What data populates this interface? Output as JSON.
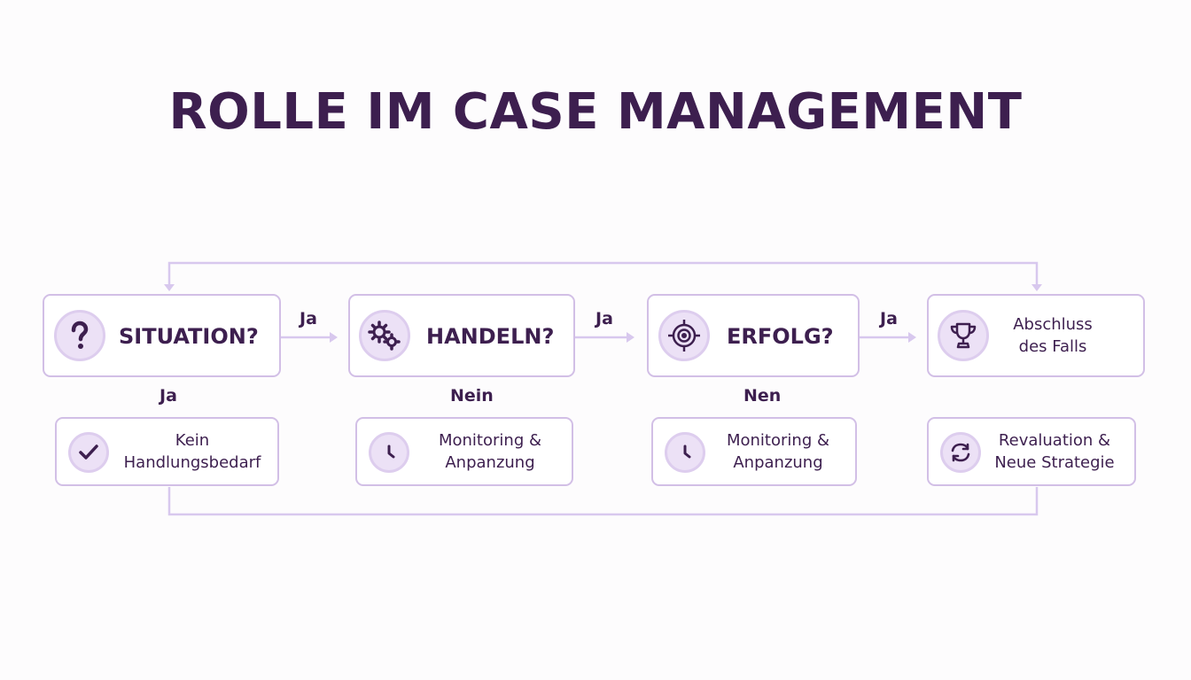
{
  "title": "ROLLE IM CASE MANAGEMENT",
  "colors": {
    "text": "#3d1f4f",
    "border": "#d2bfe6",
    "icon_fill": "#ece1f6",
    "connector": "#d8c8ee"
  },
  "top_row": [
    {
      "label": "SITUATION?",
      "icon": "question-mark-icon"
    },
    {
      "label": "HANDELN?",
      "icon": "gears-icon"
    },
    {
      "label": "ERFOLG?",
      "icon": "target-icon"
    },
    {
      "label_lines": [
        "Abschluss",
        "des Falls"
      ],
      "icon": "trophy-icon"
    }
  ],
  "arrow_labels": [
    "Ja",
    "Ja",
    "Ja"
  ],
  "branch_labels": [
    "Ja",
    "Nein",
    "Nen"
  ],
  "bottom_row": [
    {
      "label_lines": [
        "Kein",
        "Handlungsbedarf"
      ],
      "icon": "checkmark-icon"
    },
    {
      "label_lines": [
        "Monitoring &",
        "Anpanzung"
      ],
      "icon": "clock-icon"
    },
    {
      "label_lines": [
        "Monitoring &",
        "Anpanzung"
      ],
      "icon": "clock-icon"
    },
    {
      "label_lines": [
        "Revaluation &",
        "Neue Strategie"
      ],
      "icon": "refresh-icon"
    }
  ]
}
